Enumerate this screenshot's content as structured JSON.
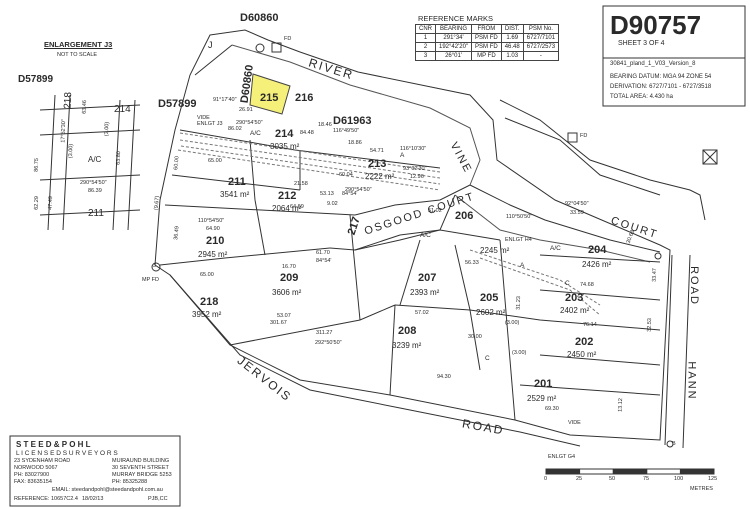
{
  "plan": {
    "number": "D90757",
    "sheet": "SHEET 3 OF 4",
    "version": "30841_pland_1_V03_Version_8",
    "bearing_datum": "BEARING DATUM:  MGA 94   ZONE 54",
    "derivation": "DERIVATION:   6727/7101 - 6727/3518",
    "total_area": "TOTAL AREA: 4.430 ha"
  },
  "reference_marks": {
    "title": "REFERENCE MARKS",
    "headers": [
      "CNR",
      "BEARING",
      "FROM",
      "DIST.",
      "PSM No."
    ],
    "rows": [
      [
        "1",
        "291°34'",
        "PSM FD",
        "1.69",
        "6727/7101"
      ],
      [
        "2",
        "192°42'20\"",
        "PSM FD",
        "46.48",
        "6727/2573"
      ],
      [
        "3",
        "26°01'",
        "MP FD",
        "1.03",
        "-"
      ]
    ]
  },
  "enlargement": {
    "title": "ENLARGEMENT J3",
    "subtitle": "NOT TO SCALE",
    "plan_ref": "D57899",
    "lots": [
      "218",
      "214",
      "A/C",
      "211"
    ],
    "dims": [
      "63.46",
      "47.49",
      "86.75",
      "290°54'50\"",
      "86.39",
      "(3.00)",
      "(3.00)",
      "17°52'30\"",
      "63.80",
      "62.29"
    ]
  },
  "roads": {
    "river": "RIVER",
    "vine": "VINE",
    "osgood_court": "OSGOOD COURT",
    "court": "COURT",
    "road": "ROAD",
    "jervois_road": "JERVOIS",
    "road2": "ROAD",
    "hann": "HANN"
  },
  "plan_refs": {
    "d60860_top": "D60860",
    "d60860_side": "D60860",
    "d57899": "D57899",
    "d61963": "D61963"
  },
  "lots": [
    {
      "number": "215",
      "area": ""
    },
    {
      "number": "216",
      "area": ""
    },
    {
      "number": "214",
      "area": "3035 m²"
    },
    {
      "number": "213",
      "area": "2222 m²"
    },
    {
      "number": "212",
      "area": "2064 m²"
    },
    {
      "number": "211",
      "area": "3541 m²"
    },
    {
      "number": "210",
      "area": "2945 m²"
    },
    {
      "number": "209",
      "area": "3606 m²"
    },
    {
      "number": "208",
      "area": "3239 m²"
    },
    {
      "number": "207",
      "area": "2393 m²"
    },
    {
      "number": "206",
      "area": "2245 m²"
    },
    {
      "number": "205",
      "area": "2602 m²"
    },
    {
      "number": "204",
      "area": "2426 m²"
    },
    {
      "number": "203",
      "area": "2402 m²"
    },
    {
      "number": "202",
      "area": "2450 m²"
    },
    {
      "number": "201",
      "area": "2529 m²"
    },
    {
      "number": "217",
      "area": ""
    },
    {
      "number": "218",
      "area": "3952 m²"
    }
  ],
  "markers": {
    "j": "J",
    "fd_top": "FD",
    "fd_right": "FD",
    "mp_fd": "MP FD",
    "corner3": "3",
    "vide_enlgt_j3": "VIDE\nENLGT J3",
    "enlgt_h4": "ENLGT H4",
    "enlgt_g4": "ENLGT G4",
    "vide_bottom": "VIDE",
    "b": "B",
    "a": "A",
    "c": "C",
    "ac": "A/C"
  },
  "dimensions": {
    "d1": "91°17'40\"",
    "d2": "26.91",
    "d3": "65.00",
    "d4": "86.02",
    "d5": "84.48",
    "d6": "290°54'50\"",
    "d7": "18.46",
    "d8": "18.86",
    "d9": "116°49'50\"",
    "d10": "54.71",
    "d11": "116°10'30\"",
    "d12": "93°02'30\"",
    "d13": "12.96",
    "d14": "60.04",
    "d15": "290°54'50\"",
    "d16": "21.58",
    "d17": "9.02",
    "d18": "53.13",
    "d19": "84°54'",
    "d20": "64.90",
    "d21": "110°54'50\"",
    "d22": "64.69",
    "d23": "65.00",
    "d24": "61.70",
    "d25": "84°54'",
    "d26": "53.07",
    "d27": "301.67",
    "d28": "311.27",
    "d29": "292°50'50\"",
    "d30": "94.30",
    "d31": "57.02",
    "d32": "30.00",
    "d33": "56.33",
    "d34": "51.02",
    "d35": "33.59",
    "d36": "92°04'50\"",
    "d37": "110°50'50\"",
    "d38": "74.68",
    "d39": "76.14",
    "d40": "69.30",
    "d41": "13.12",
    "d42": "32.53",
    "d43": "33.47",
    "d44": "30.63",
    "d45": "(3.00)",
    "d46": "31.23",
    "d47": "(3.00)",
    "d48": "36.49",
    "d49": "60.00",
    "d50": "(9.67)",
    "d51": "16.70"
  },
  "scale_bar": {
    "ticks": [
      "0",
      "25",
      "50",
      "75",
      "100",
      "125"
    ],
    "label": "METRES"
  },
  "surveyor": {
    "name": "S T E E D  &  P O H L",
    "role": "L I C E N S E D   S U R V E Y O R S",
    "addr_left": [
      "23 SYDENHAM ROAD",
      "NORWOOD 5067",
      "PH: 83027900",
      "FAX: 83635154"
    ],
    "addr_right": [
      "MUIRAUND BUILDING",
      "30 SEVENTH STREET",
      "MURRAY BRIDGE 5253",
      "PH: 85325288"
    ],
    "email": "EMAIL: steedandpohl@steedandpohl.com.au",
    "reference": "REFERENCE: 10657C2.4",
    "date": "18/02/13",
    "initials": "PJB,CC"
  }
}
